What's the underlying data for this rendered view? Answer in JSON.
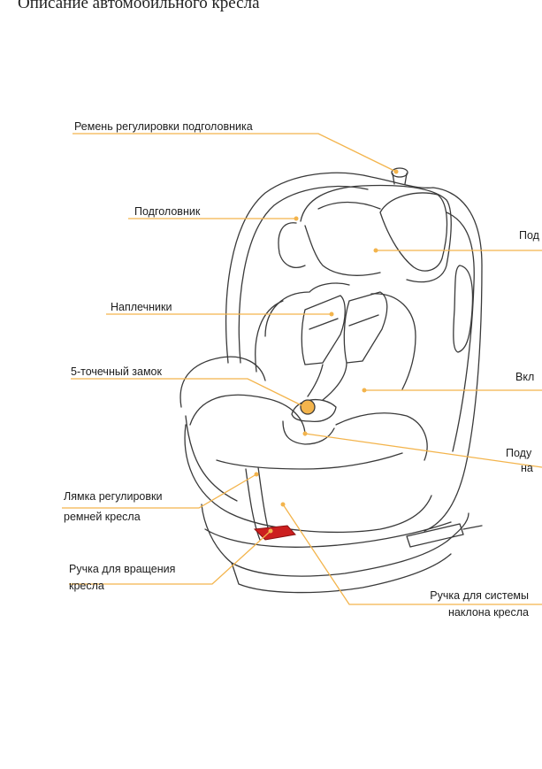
{
  "page": {
    "title": "Описание автомобильного кресла"
  },
  "colors": {
    "leader_line": "#f3b44c",
    "dot": "#f3b44c",
    "seat_outline": "#3a3a3a",
    "rotation_handle": "#cc1f1f"
  },
  "labels": {
    "headrest_strap": "Ремень регулировки подголовника",
    "headrest": "Подголовник",
    "shoulder_pads": "Наплечники",
    "buckle": "5-точечный замок",
    "harness_adjust_line1": "Лямка регулировки",
    "harness_adjust_line2": "ремней кресла",
    "rotation_handle_line1": "Ручка для вращения",
    "rotation_handle_line2": "кресла",
    "recline_handle_line1": "Ручка для системы",
    "recline_handle_line2": "наклона кресла",
    "right_cut_1": "Под",
    "right_cut_2": "Вкл",
    "right_cut_3a": "Поду",
    "right_cut_3b": "на"
  }
}
